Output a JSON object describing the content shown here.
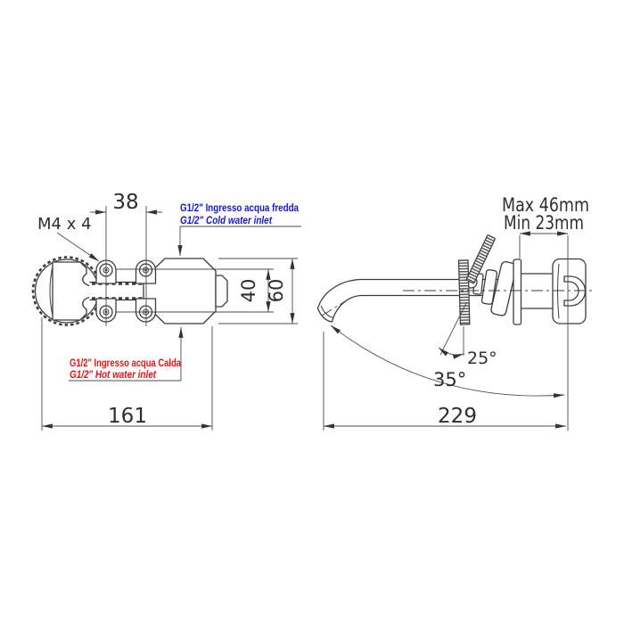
{
  "colors": {
    "line": "#3c3c3c",
    "dimension": "#4c4c4c",
    "text": "#2e2e2e",
    "cold_label": "#1414e0",
    "hot_label": "#e51515"
  },
  "front_view": {
    "hole_spacing": "38",
    "screws": "M4 x 4",
    "cold_inlet_it": "G1/2\" Ingresso acqua fredda",
    "cold_inlet_en": "G1/2\" Cold water inlet",
    "hot_inlet_it": "G1/2\" Ingresso acqua Calda",
    "hot_inlet_en": "G1/2\" Hot water inlet",
    "hole_vertical_spacing": "40",
    "body_height": "60",
    "total_width": "161"
  },
  "side_view": {
    "wall_depth_max": "Max 46mm",
    "wall_depth_min": "Min 23mm",
    "handle_angle": "25°",
    "spout_angle": "35°",
    "spout_length": "229"
  }
}
